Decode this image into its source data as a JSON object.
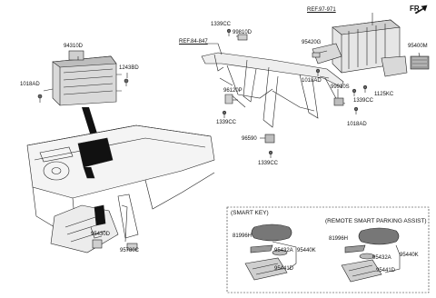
{
  "direction_marker": "FR.",
  "references": [
    "REF.97-971",
    "REF.84-847"
  ],
  "part_labels": {
    "p1339cc_top": "1339CC",
    "p99810d": "99810D",
    "p95420g": "95420G",
    "p95400m": "95400M",
    "p94310d": "94310D",
    "p1243bd": "1243BD",
    "p1018ad_left": "1018AD",
    "p1018ad_center": "1018AD",
    "p96120p": "96120P",
    "p99910s": "99910S",
    "p1125kc": "1125KC",
    "p1339cc_mid": "1339CC",
    "p1339cc_left": "1339CC",
    "p1018ad_right": "1018AD",
    "p96590": "96590",
    "p1339cc_bottom": "1339CC",
    "p95430d": "95430D",
    "p95780c": "95780C"
  },
  "smart_key": {
    "title": "(SMART KEY)",
    "labels": {
      "key": "81996H",
      "p95432a": "95432A",
      "p95440k": "95440K",
      "p95441d": "95441D"
    }
  },
  "remote_parking": {
    "title": "(REMOTE SMART PARKING ASSIST)",
    "labels": {
      "key": "81996H",
      "p95432a": "95432A",
      "p95440k": "95440K",
      "p95441d": "95441D"
    }
  }
}
